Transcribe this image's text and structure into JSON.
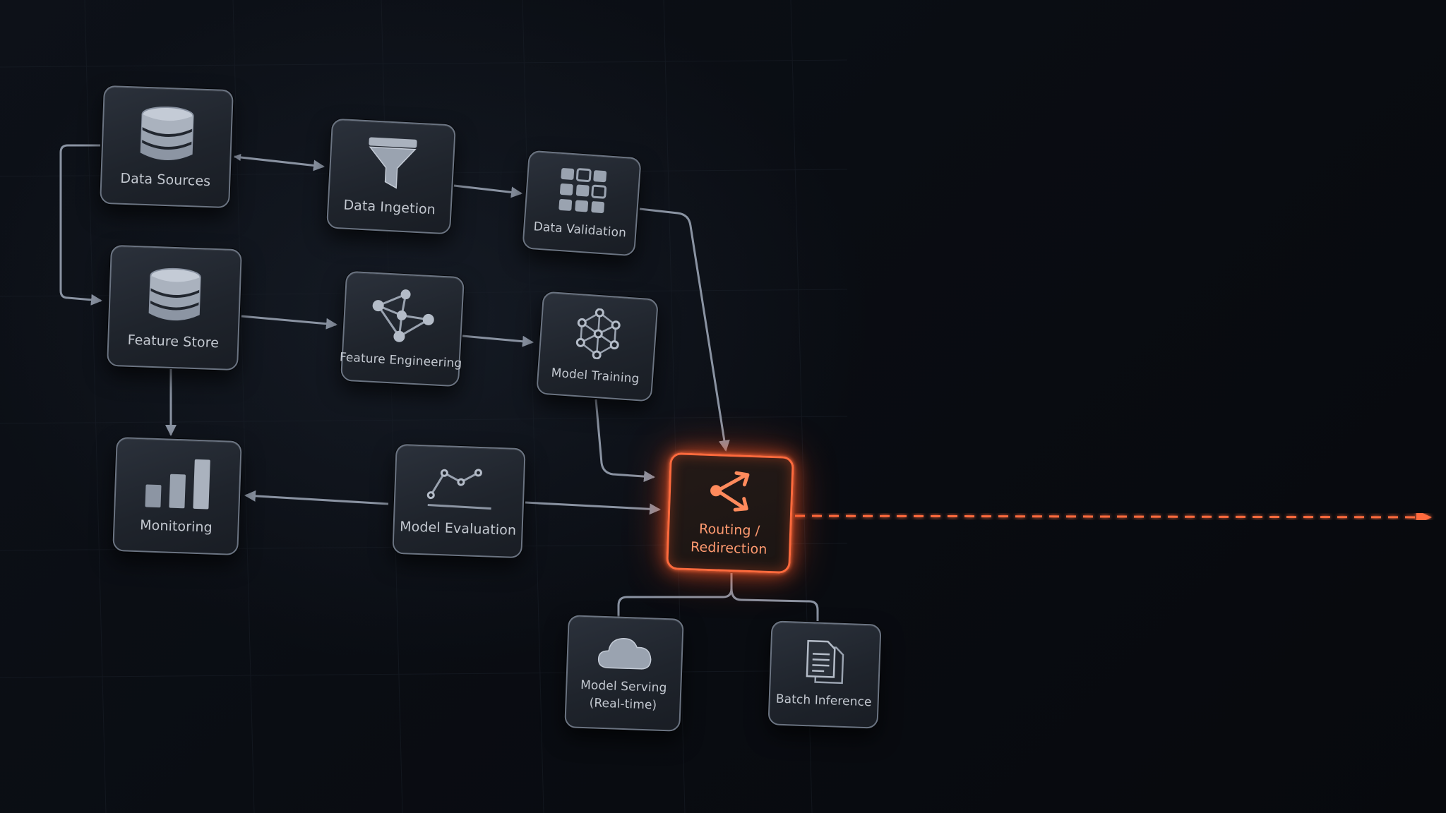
{
  "diagram": {
    "nodes": {
      "data_sources": "Data Sources",
      "data_ingestion": "Data Ingetion",
      "data_validation": "Data Validation",
      "feature_store": "Feature Store",
      "feature_engineering": "Feature Engineering",
      "model_training": "Model Training",
      "monitoring": "Monitoring",
      "model_evaluation": "Model Evaluation",
      "routing_line1": "Routing /",
      "routing_line2": "Redirection",
      "model_serving_line1": "Model Serving",
      "model_serving_line2": "(Real-time)",
      "batch_inference": "Batch Inference"
    },
    "icons": {
      "data_sources": "database-icon",
      "data_ingestion": "funnel-icon",
      "data_validation": "grid-icon",
      "feature_store": "database-icon",
      "feature_engineering": "graph-icon",
      "model_training": "neural-network-icon",
      "monitoring": "bar-chart-icon",
      "model_evaluation": "line-chart-icon",
      "routing": "routing-arrows-icon",
      "model_serving": "cloud-icon",
      "batch_inference": "documents-icon"
    },
    "colors": {
      "background": "#0a0d12",
      "node_fill": "#232830",
      "node_border": "#6b7482",
      "connector": "#8a93a2",
      "accent": "#ff6a3d"
    }
  }
}
